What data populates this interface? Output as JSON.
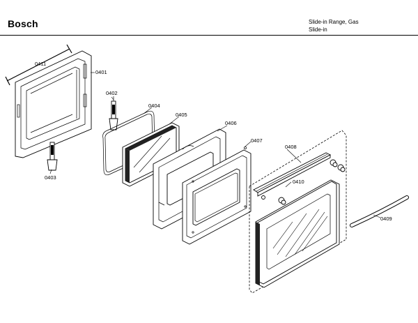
{
  "header": {
    "brand": "Bosch",
    "model_line1": "Slide-in Range, Gas",
    "model_line2": "Slide-in"
  },
  "parts": {
    "p0401": "0401",
    "p0402": "0402",
    "p0403": "0403",
    "p0404": "0404",
    "p0405": "0405",
    "p0406": "0406",
    "p0407": "0407",
    "p0408": "0408",
    "p0409": "0409",
    "p0410": "0410",
    "p0411": "0411"
  }
}
